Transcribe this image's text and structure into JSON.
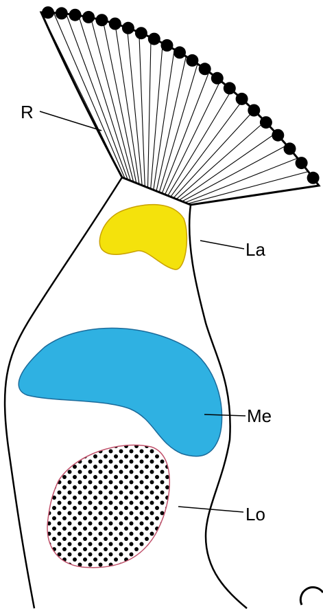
{
  "labels": {
    "r": "R",
    "la": "La",
    "me": "Me",
    "lo": "Lo"
  },
  "colors": {
    "outline": "#000000",
    "lamina": "#f4e20c",
    "medulla": "#2fb1e2",
    "lobula_outline": "#c0506a",
    "lobula_dots": "#000000",
    "background": "#ffffff"
  }
}
